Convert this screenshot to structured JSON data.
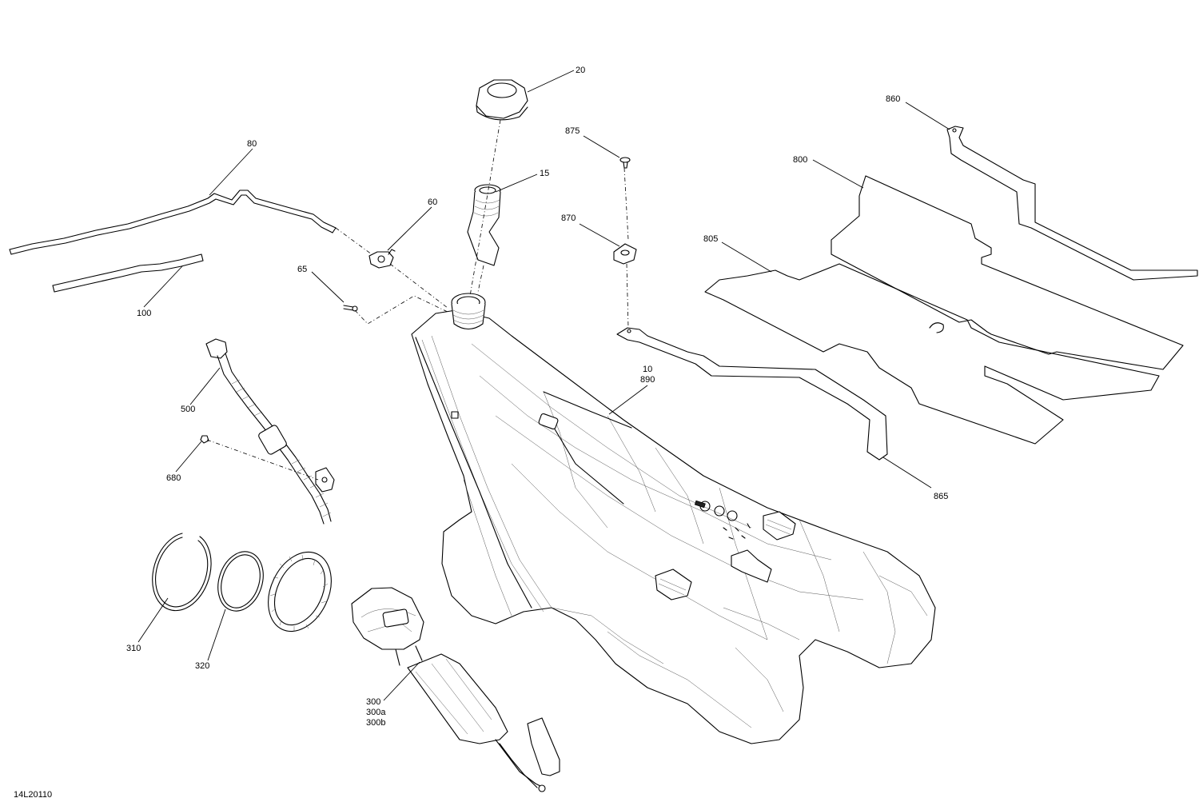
{
  "drawing_id": "14L20110",
  "callouts": {
    "c20": "20",
    "c15": "15",
    "c875": "875",
    "c870": "870",
    "c860": "860",
    "c800": "800",
    "c805": "805",
    "c80": "80",
    "c60": "60",
    "c65": "65",
    "c100": "100",
    "c10": "10",
    "c890": "890",
    "c500": "500",
    "c680": "680",
    "c865": "865",
    "c310": "310",
    "c320": "320",
    "c300": "300",
    "c300a": "300a",
    "c300b": "300b"
  }
}
